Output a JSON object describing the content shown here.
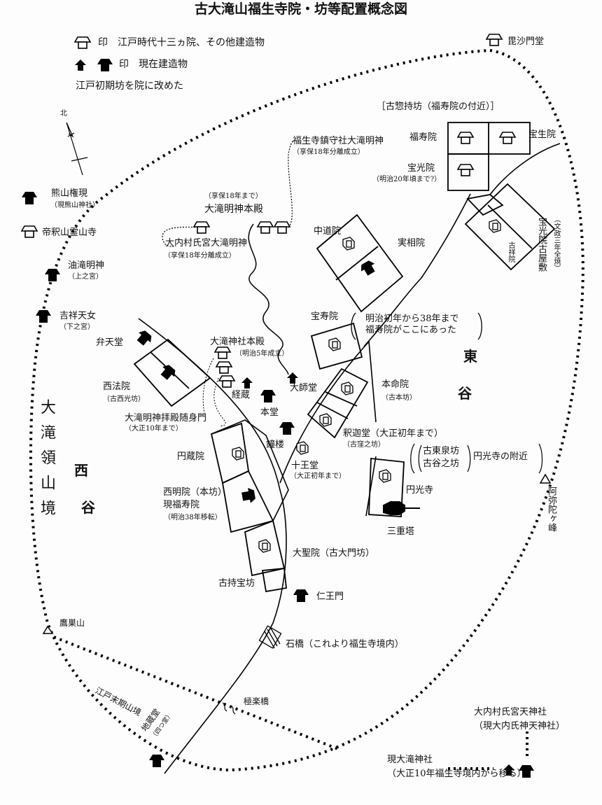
{
  "title": "古大滝山福生寺院・坊等配置概念図",
  "legend": {
    "old_buildings": "印　江戸時代十三ヵ院、その他建造物",
    "current_buildings": "印　現在建造物",
    "note": "江戸初期坊を院に改めた"
  },
  "north": "北",
  "labels": {
    "bishamondo": "毘沙門堂",
    "ko_soujibo": "［古惣持坊（福寿院の付近）］",
    "fukujuin": "福寿院",
    "hoshoin": "宝生院",
    "hokoin": "宝光院",
    "hokoin_note": "（明治20年頃まで?）",
    "chinju": "福生寺鎮守社大滝明神",
    "chinju_note": "（享保18年分離成立）",
    "kumayama": "熊山権現",
    "kumayama_note": "（現熊山神社）",
    "reizanji": "帝釈山霊山寺",
    "aburataki": "油滝明神",
    "aburataki_note": "（上之宮）",
    "kichijo": "吉祥天女",
    "kichijo_note": "（下之宮）",
    "honden_note": "（享保18年まで）",
    "honden": "大滝明神本殿",
    "ujimiya": "大内村氏宮大滝明神",
    "ujimiya_note": "（享保18年分離成立）",
    "chudoin": "中道院",
    "jissoin": "実相院",
    "kishoin": "古祥院",
    "hokoin_old": "宝光院古屋敷",
    "hokoin_old_note": "（文政三年全焼）",
    "hojuin": "宝寿院",
    "hojuin_note_1": "明治初年から38年まで",
    "hojuin_note_2": "福寿院がここにあった",
    "east_1": "東",
    "east_2": "谷",
    "bentendo": "弁天堂",
    "saihoin": "西法院",
    "saihoin_note": "（古西光坊）",
    "shrine_honden": "大滝神社本殿",
    "shrine_honden_note": "（明治5年成立）",
    "kyozo": "経蔵",
    "hondo": "本堂",
    "daishido": "大師堂",
    "zuishinmon": "大滝明神拝殿随身門",
    "zuishinmon_note": "（大正10年まで）",
    "shoro": "鐘楼",
    "honmyoin": "本命院",
    "honmyoin_note": "（古本坊）",
    "shakado": "釈迦堂（大正初年まで）",
    "shakado_note": "（古窪之坊）",
    "juodo": "十王堂",
    "juodo_note": "（大正初年まで）",
    "kotosenbo": "古東泉坊",
    "kotanibo": "古谷之坊",
    "enkoji_near": "円光寺の附近",
    "enkoji": "円光寺",
    "sanjuto": "三重塔",
    "amidagamine": "阿弥陀ヶ峰",
    "enzoin": "円蔵院",
    "boundary": "大滝領山境",
    "west_1": "西",
    "west_2": "谷",
    "saimyoin": "西明院（本坊）",
    "saimyoin_2": "現福寿院",
    "saimyoin_note": "（明治38年移転）",
    "daishoin": "大聖院（古大門坊）",
    "jihobo": "古持宝坊",
    "niomon": "仁王門",
    "ishibashi": "石橋（これより福生寺境内）",
    "takanosuyama": "鷹巣山",
    "edo_boundary": "江戸末期山境",
    "gokurakubashi": "極楽橋",
    "jizodo": "地蔵堂",
    "jizodo_note": "（四つ堂）",
    "tenjinsha": "大内村氏宮天神社",
    "tenjinsha_note": "（現大内氏神天神社）",
    "current_shrine": "現大滝神社",
    "current_shrine_note": "（大正10年福生寺境内から移る）"
  }
}
